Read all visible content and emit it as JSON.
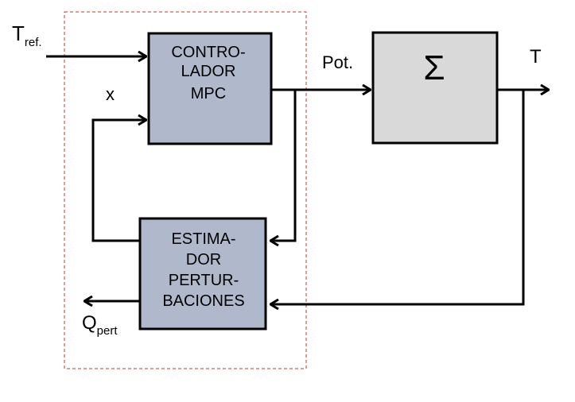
{
  "colors": {
    "controller_fill": "#b0b9cc",
    "estimator_fill": "#b0b9cc",
    "plant_fill": "#d9d9d9",
    "dashed_border": "#c0392b",
    "line": "#000000"
  },
  "inputs": {
    "tref_main": "T",
    "tref_sub": "ref.",
    "state_label": "x"
  },
  "controller": {
    "line1": "CONTRO-",
    "line2": "LADOR",
    "line3": "MPC"
  },
  "signals": {
    "power_label": "Pot.",
    "output_label": "T"
  },
  "plant": {
    "symbol": "Σ"
  },
  "estimator": {
    "line1": "ESTIMA-",
    "line2": "DOR",
    "line3": "PERTUR-",
    "line4": "BACIONES"
  },
  "outputs": {
    "qpert_main": "Q",
    "qpert_sub": "pert"
  }
}
